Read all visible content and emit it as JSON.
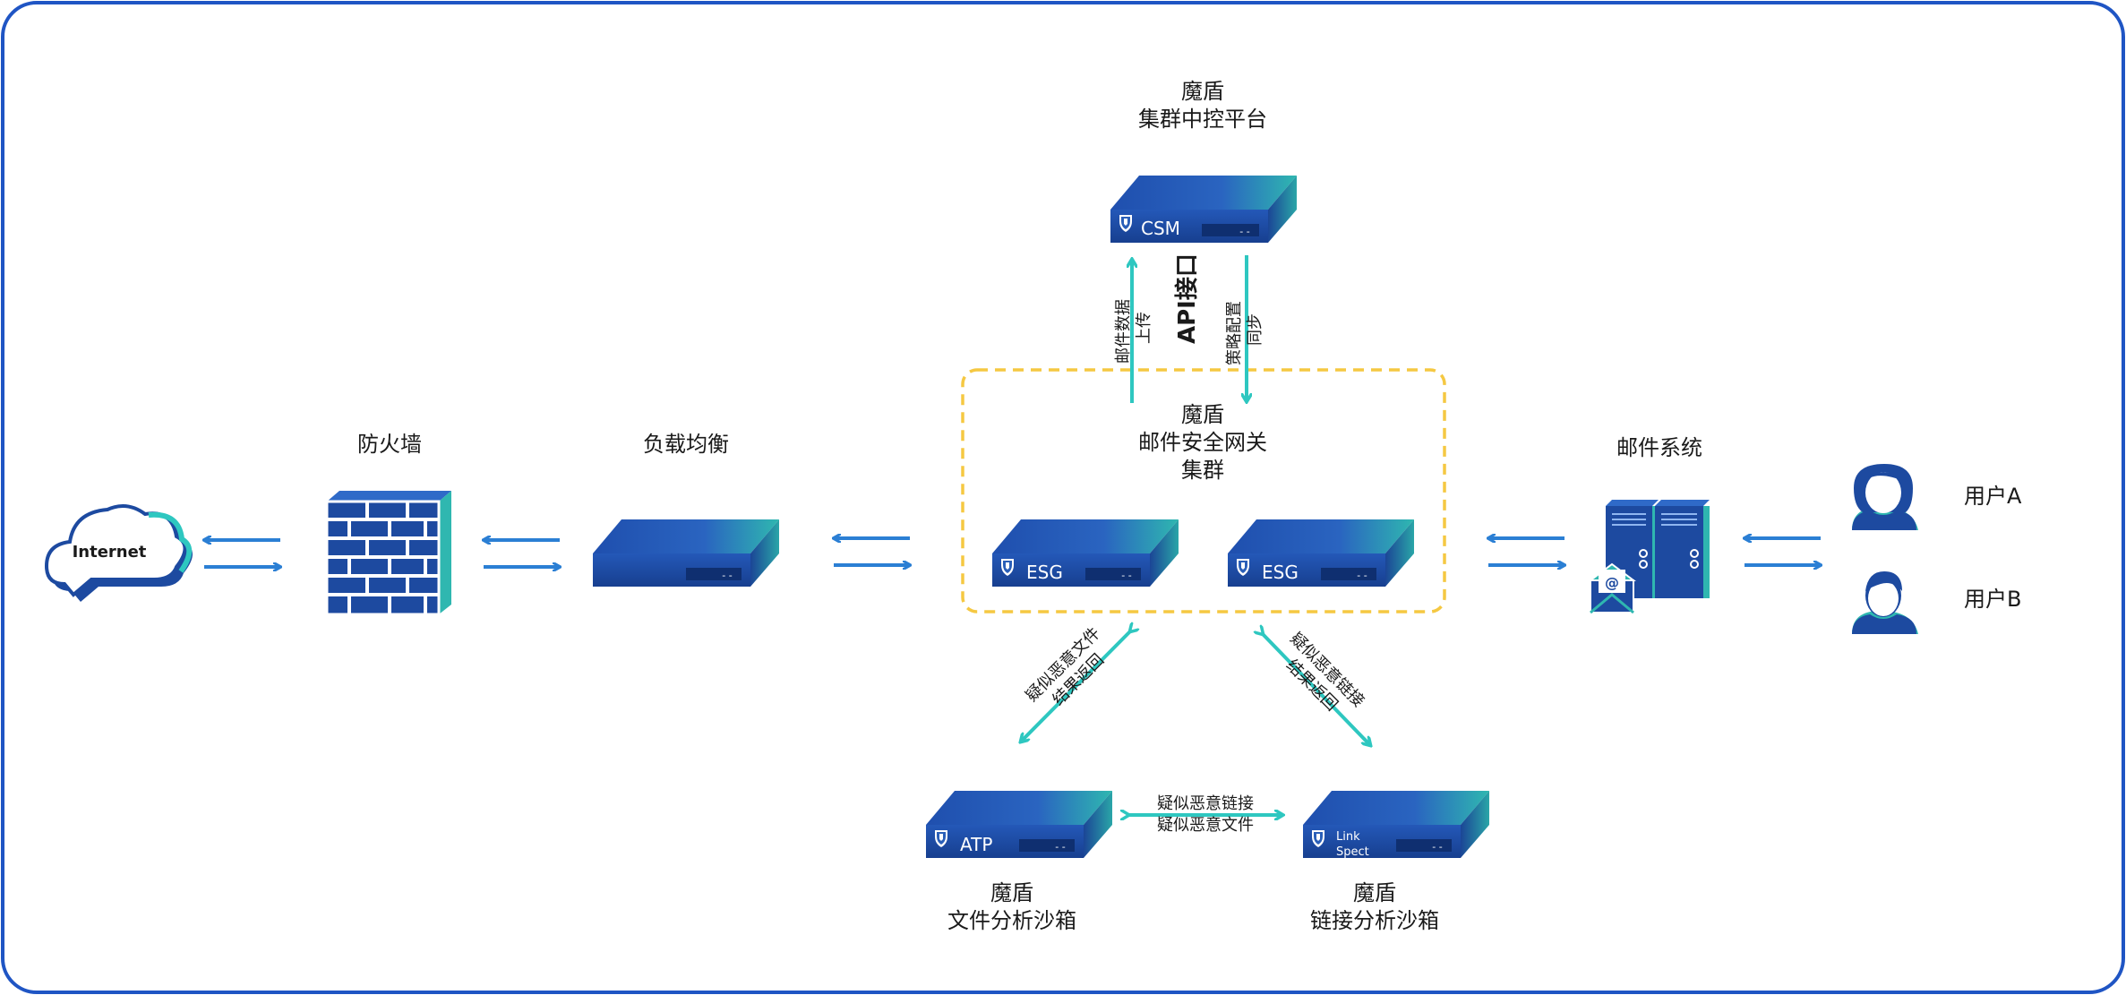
{
  "colors": {
    "frame": "#1f55c4",
    "device_top": "#2a5fb8",
    "device_front": "#1d4aa0",
    "device_side_accent": "#2fb7b0",
    "arrow_blue": "#2b7fd4",
    "arrow_teal": "#2ec7c0",
    "cluster_border": "#f5c842"
  },
  "nodes": {
    "internet": {
      "label": "Internet",
      "icon": "cloud-icon"
    },
    "firewall": {
      "label": "防火墙",
      "icon": "brick-wall-icon"
    },
    "load_balancer": {
      "label": "负载均衡",
      "icon": "appliance-icon"
    },
    "csm": {
      "label_line1": "魔盾",
      "label_line2": "集群中控平台",
      "device_text": "CSM"
    },
    "esg_cluster": {
      "label_line1": "魔盾",
      "label_line2": "邮件安全网关",
      "label_line3": "集群",
      "device1_text": "ESG",
      "device2_text": "ESG"
    },
    "mail_system": {
      "label": "邮件系统",
      "icon": "mail-server-icon"
    },
    "user_a": {
      "label": "用户A",
      "icon": "user-female-icon"
    },
    "user_b": {
      "label": "用户B",
      "icon": "user-male-icon"
    },
    "atp": {
      "label_line1": "魔盾",
      "label_line2": "文件分析沙箱",
      "device_text": "ATP"
    },
    "linkspect": {
      "label_line1": "魔盾",
      "label_line2": "链接分析沙箱",
      "device_text_line1": "Link",
      "device_text_line2": "Spect"
    }
  },
  "edges": {
    "api_label": "API接口",
    "upload": {
      "line1": "邮件数据",
      "line2": "上传"
    },
    "sync": {
      "line1": "策略配置",
      "line2": "同步"
    },
    "to_atp": {
      "line1": "疑似恶意文件",
      "line2": "结果返回"
    },
    "to_linkspect": {
      "line1": "疑似恶意链接",
      "line2": "结果返回"
    },
    "atp_linkspect": {
      "line1": "疑似恶意链接",
      "line2": "疑似恶意文件"
    }
  },
  "device_status_text": "- -"
}
